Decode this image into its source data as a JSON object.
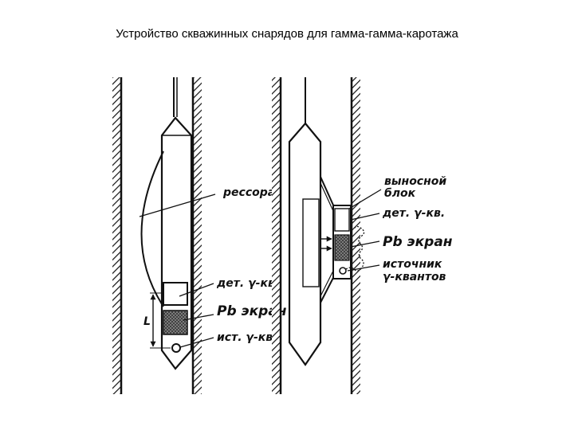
{
  "title": "Устройство скважинных снарядов для гамма-гамма-каротажа",
  "colors": {
    "ink": "#111111",
    "background": "#ffffff"
  },
  "left_tool": {
    "spring_label": "рессора",
    "detector_label": "дет. γ-кв.",
    "screen_label": "Pb экран",
    "source_label": "ист. γ-кв.",
    "distance_label": "L"
  },
  "right_tool": {
    "remote_block_label_line1": "выносной",
    "remote_block_label_line2": "блок",
    "detector_label": "дет. γ-кв.",
    "screen_label": "Pb экран",
    "source_label_line1": "источник",
    "source_label_line2": "γ-квантов"
  }
}
